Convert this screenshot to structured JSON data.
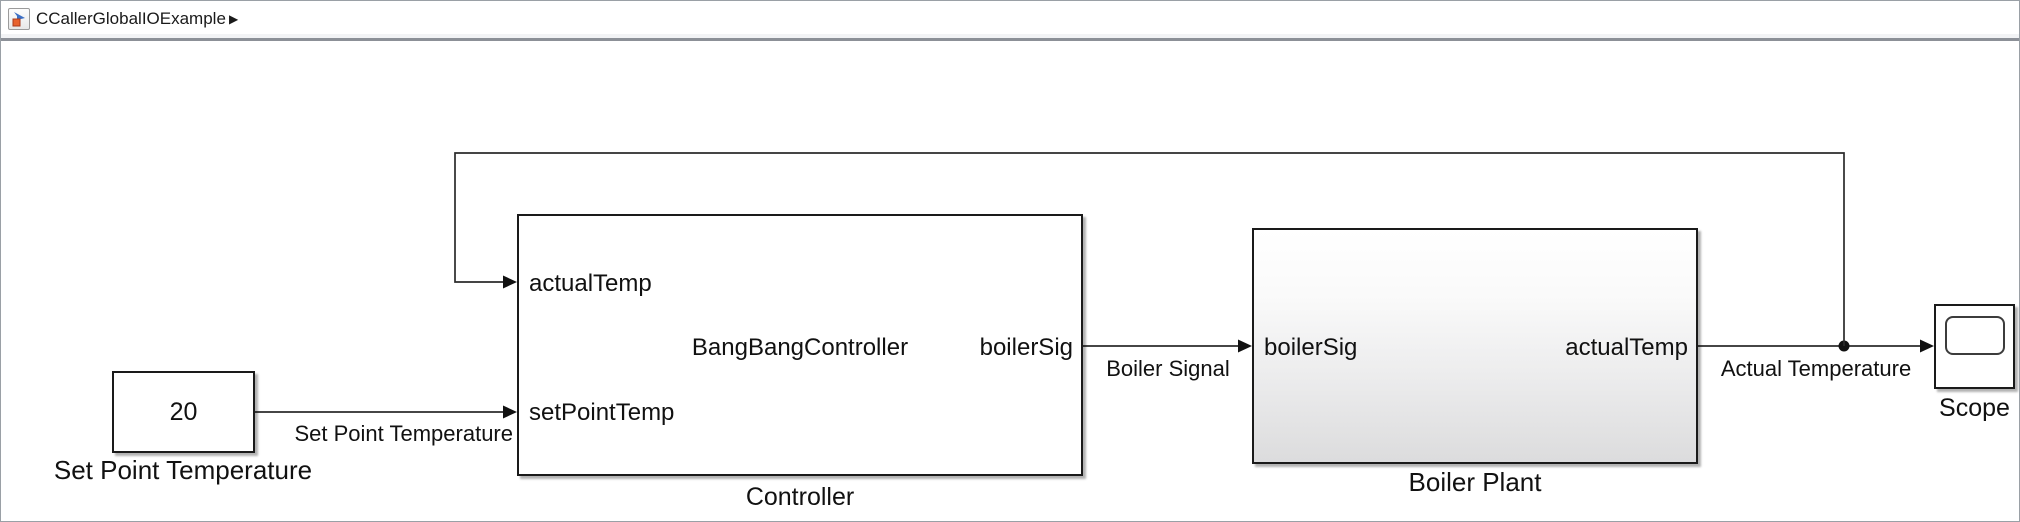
{
  "breadcrumb": {
    "model": "CCallerGlobalIOExample",
    "chevron": "▶",
    "icon": "simulink-model-icon"
  },
  "diagram": {
    "blocks": {
      "constant": {
        "value": "20",
        "name": "Set Point Temperature"
      },
      "controller": {
        "name": "Controller",
        "title": "BangBangController",
        "port_in_1": "actualTemp",
        "port_in_2": "setPointTemp",
        "port_out_1": "boilerSig"
      },
      "boiler_plant": {
        "name": "Boiler Plant",
        "port_in_1": "boilerSig",
        "port_out_1": "actualTemp"
      },
      "scope": {
        "name": "Scope"
      }
    },
    "signal_labels": {
      "set_point_temperature": "Set Point Temperature",
      "boiler_signal": "Boiler Signal",
      "actual_temperature": "Actual Temperature"
    }
  },
  "colors": {
    "block_border": "#1a1a1a",
    "wire": "#2b2b2b",
    "canvas_bg": "#ffffff",
    "bar_divider": "#8c9097",
    "icon_blue": "#3b6fc4",
    "icon_orange": "#e8622d"
  }
}
